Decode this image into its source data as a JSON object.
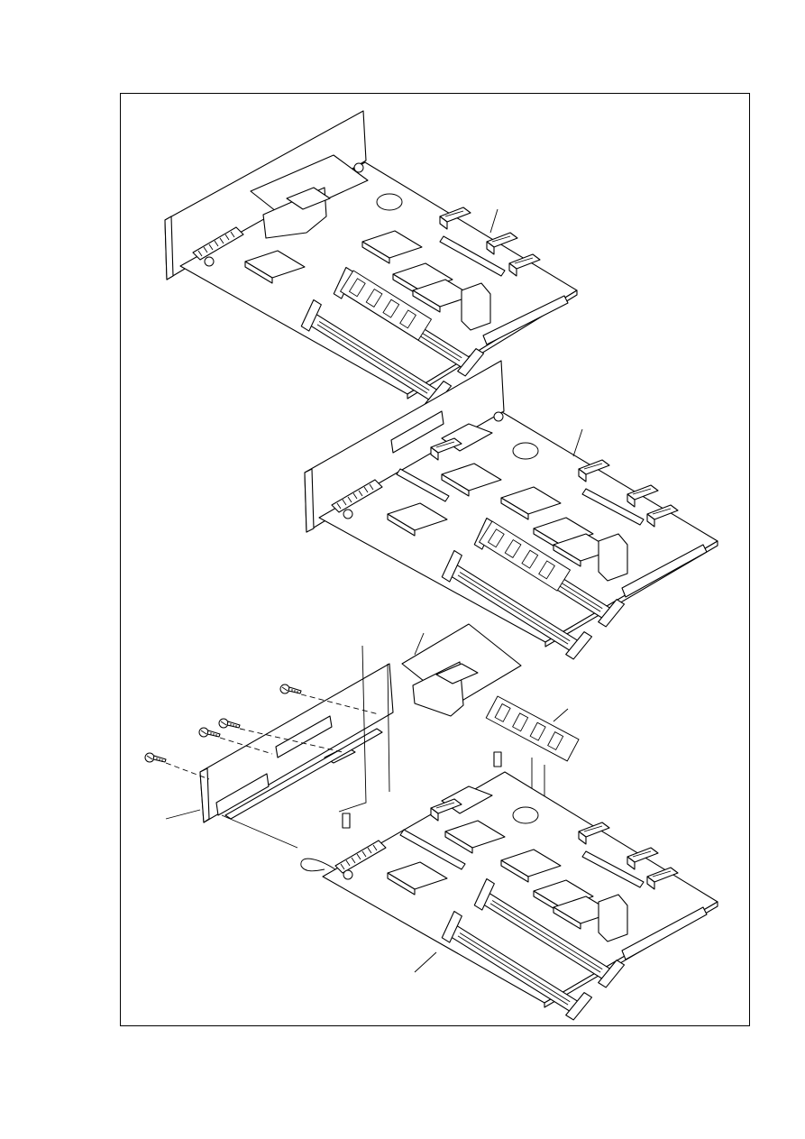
{
  "figure": {
    "type": "exploded assembly drawing",
    "views": [
      "assembly-view-1",
      "assembly-view-2",
      "exploded-view-3"
    ],
    "callout_labels": []
  }
}
